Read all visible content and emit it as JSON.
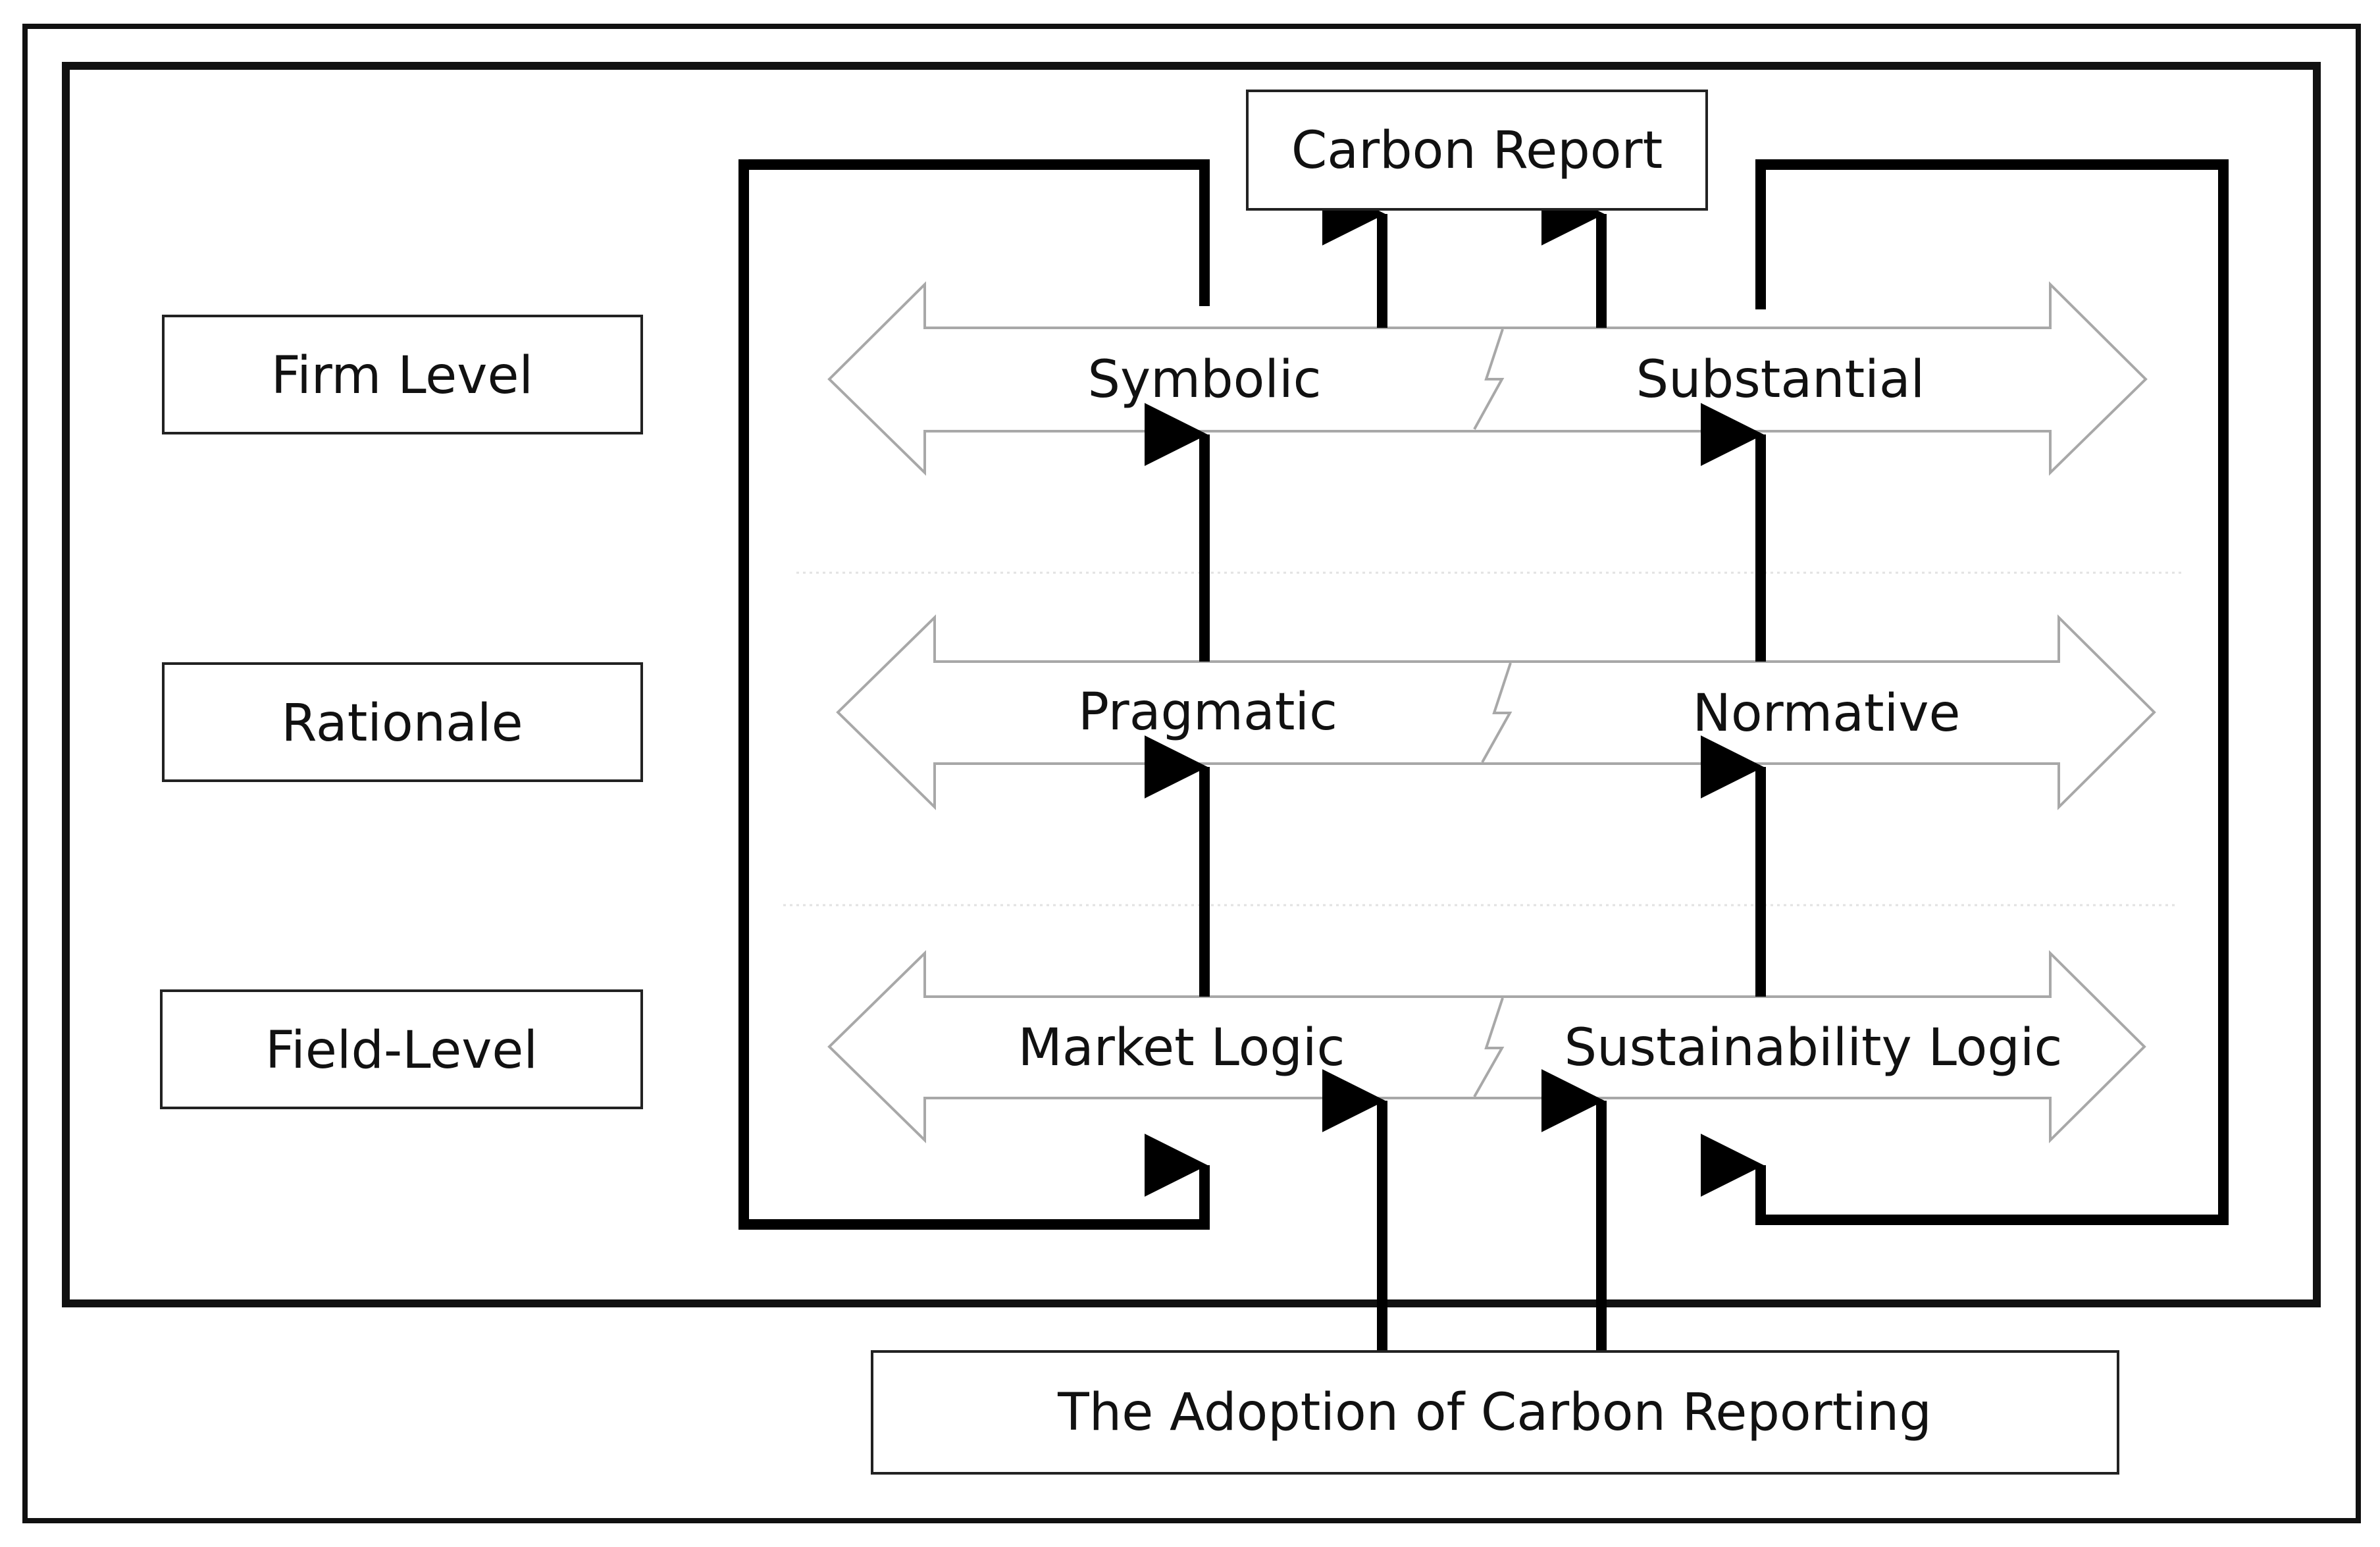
{
  "levels": {
    "firm": "Firm Level",
    "rationale": "Rationale",
    "field": "Field-Level"
  },
  "top_box": "Carbon Report",
  "bottom_box": "The Adoption of Carbon Reporting",
  "rows": {
    "firm": {
      "left": "Symbolic",
      "right": "Substantial"
    },
    "rationale": {
      "left": "Pragmatic",
      "right": "Normative"
    },
    "field": {
      "left": "Market Logic",
      "right": "Sustainability Logic"
    }
  }
}
